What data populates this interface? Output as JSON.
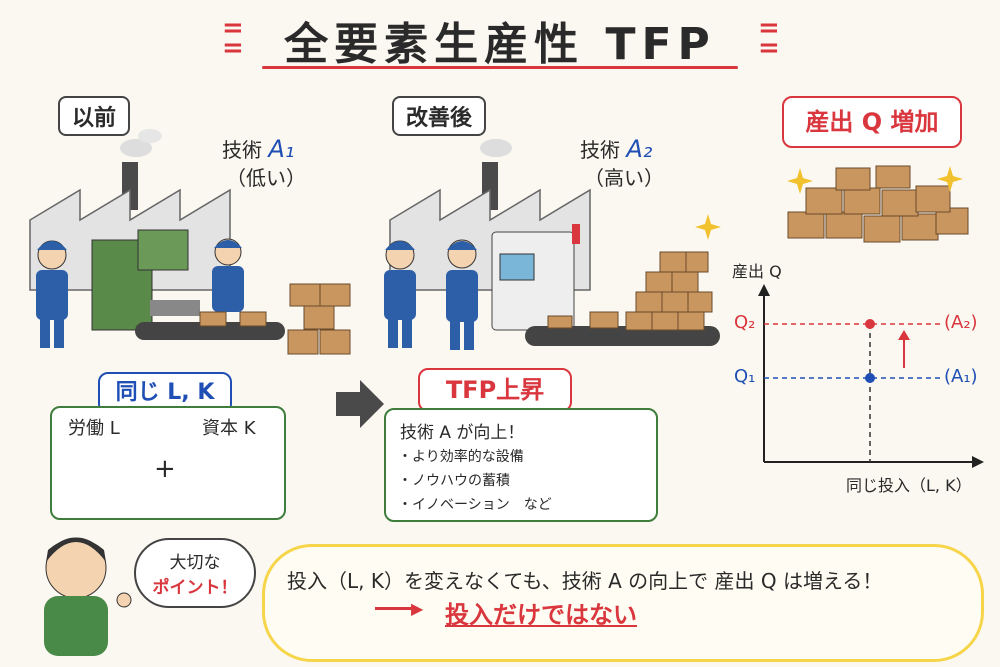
{
  "title": "全要素生産性 TFP",
  "before": {
    "tag": "以前",
    "tech_label": "技術",
    "tech_symbol": "A₁",
    "tech_note": "（低い）"
  },
  "after": {
    "tag": "改善後",
    "tech_label": "技術",
    "tech_symbol": "A₂",
    "tech_note": "（高い）"
  },
  "output_bubble": "産出 Q 増加",
  "same_inputs_bubble": "同じ L, K",
  "tfp_bubble": "TFP上昇",
  "inputs_panel": {
    "labor": "労働 L",
    "plus": "+",
    "capital": "資本 K"
  },
  "tech_panel": {
    "heading": "技術 A が向上！",
    "items": [
      "・より効率的な設備",
      "・ノウハウの蓄積",
      "・イノベーション　など"
    ]
  },
  "chart_data": {
    "type": "scatter",
    "ylabel": "産出 Q",
    "xlabel": "同じ投入（L, K）",
    "y_ticks": [
      "Q₂",
      "Q₁"
    ],
    "points": [
      {
        "series": "(A₂)",
        "level": "Q₂",
        "color": "#d9363e"
      },
      {
        "series": "(A₁)",
        "level": "Q₁",
        "color": "#1f4fb5"
      }
    ],
    "line_labels": [
      "(A₂)",
      "(A₁)"
    ]
  },
  "footer": {
    "callout_line1": "大切な",
    "callout_line2": "ポイント！",
    "message": "投入（L, K）を変えなくても、技術 A の向上で 産出 Q は増える！",
    "emphasis": "投入だけではない"
  },
  "colors": {
    "accent_red": "#d9363e",
    "accent_blue": "#1f4fb5",
    "panel_green": "#3f7d3c",
    "highlight_yellow": "#f6d54a"
  },
  "icons": [
    "factory-icon",
    "worker-icon",
    "machine-icon",
    "conveyor-icon",
    "box-icon",
    "sparkle-icon",
    "robot-arm-icon",
    "monitor-icon",
    "arrow-right-icon",
    "boy-icon"
  ]
}
